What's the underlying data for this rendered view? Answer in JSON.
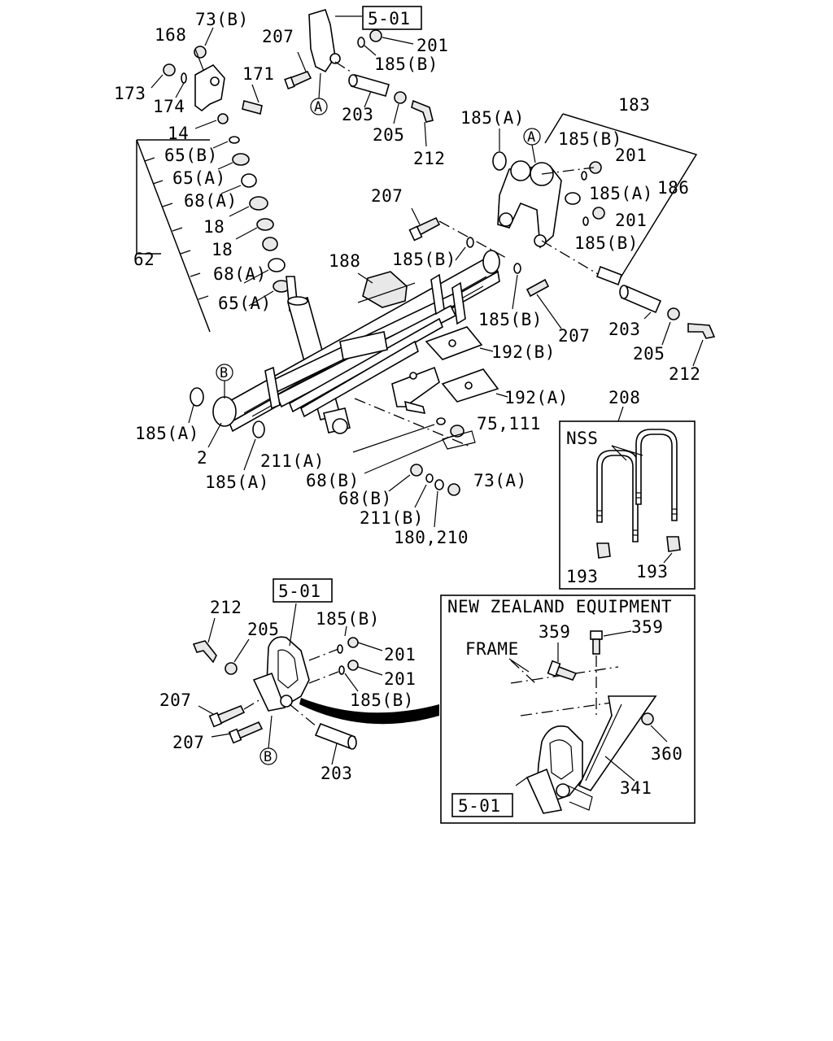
{
  "labels": {
    "ref_top": "5-01",
    "l73b": "73(B)",
    "l168": "168",
    "l207_top": "207",
    "l201_top": "201",
    "l185b_top": "185(B)",
    "l173": "173",
    "l174": "174",
    "l171": "171",
    "l203_top": "203",
    "l205_top": "205",
    "l212_top": "212",
    "l14": "14",
    "l65b": "65(B)",
    "l65a_1": "65(A)",
    "l68a_1": "68(A)",
    "l18_1": "18",
    "l18_2": "18",
    "l62": "62",
    "l68a_2": "68(A)",
    "l65a_2": "65(A)",
    "l183": "183",
    "l185a_r1": "185(A)",
    "l185b_r1": "185(B)",
    "l201_r1": "201",
    "l185a_r2": "185(A)",
    "l186": "186",
    "l201_r2": "201",
    "l185b_r2": "185(B)",
    "l207_mid": "207",
    "l188": "188",
    "l185b_mid": "185(B)",
    "l185b_mid2": "185(B)",
    "l207_mid2": "207",
    "l203_r": "203",
    "l205_r": "205",
    "l212_r": "212",
    "l192b": "192(B)",
    "l192a": "192(A)",
    "l75111": "75,111",
    "l185a_l": "185(A)",
    "l2": "2",
    "l185a_b": "185(A)",
    "l211a": "211(A)",
    "l68b_1": "68(B)",
    "l73a": "73(A)",
    "l68b_2": "68(B)",
    "l211b": "211(B)",
    "l180210": "180,210",
    "l208": "208",
    "nss": "NSS",
    "l193_1": "193",
    "l193_2": "193",
    "ref_mid": "5-01",
    "l212_b": "212",
    "l205_b": "205",
    "l185b_b1": "185(B)",
    "l201_b1": "201",
    "l201_b2": "201",
    "l185b_b2": "185(B)",
    "l207_b1": "207",
    "l207_b2": "207",
    "l203_b": "203",
    "nz_title": "NEW ZEALAND EQUIPMENT",
    "l359_1": "359",
    "l359_2": "359",
    "frame": "FRAME",
    "l360": "360",
    "l341": "341",
    "ref_nz": "5-01"
  },
  "markers": {
    "a_top": "A",
    "a_right": "A",
    "b_left": "B",
    "b_bottom": "B"
  }
}
